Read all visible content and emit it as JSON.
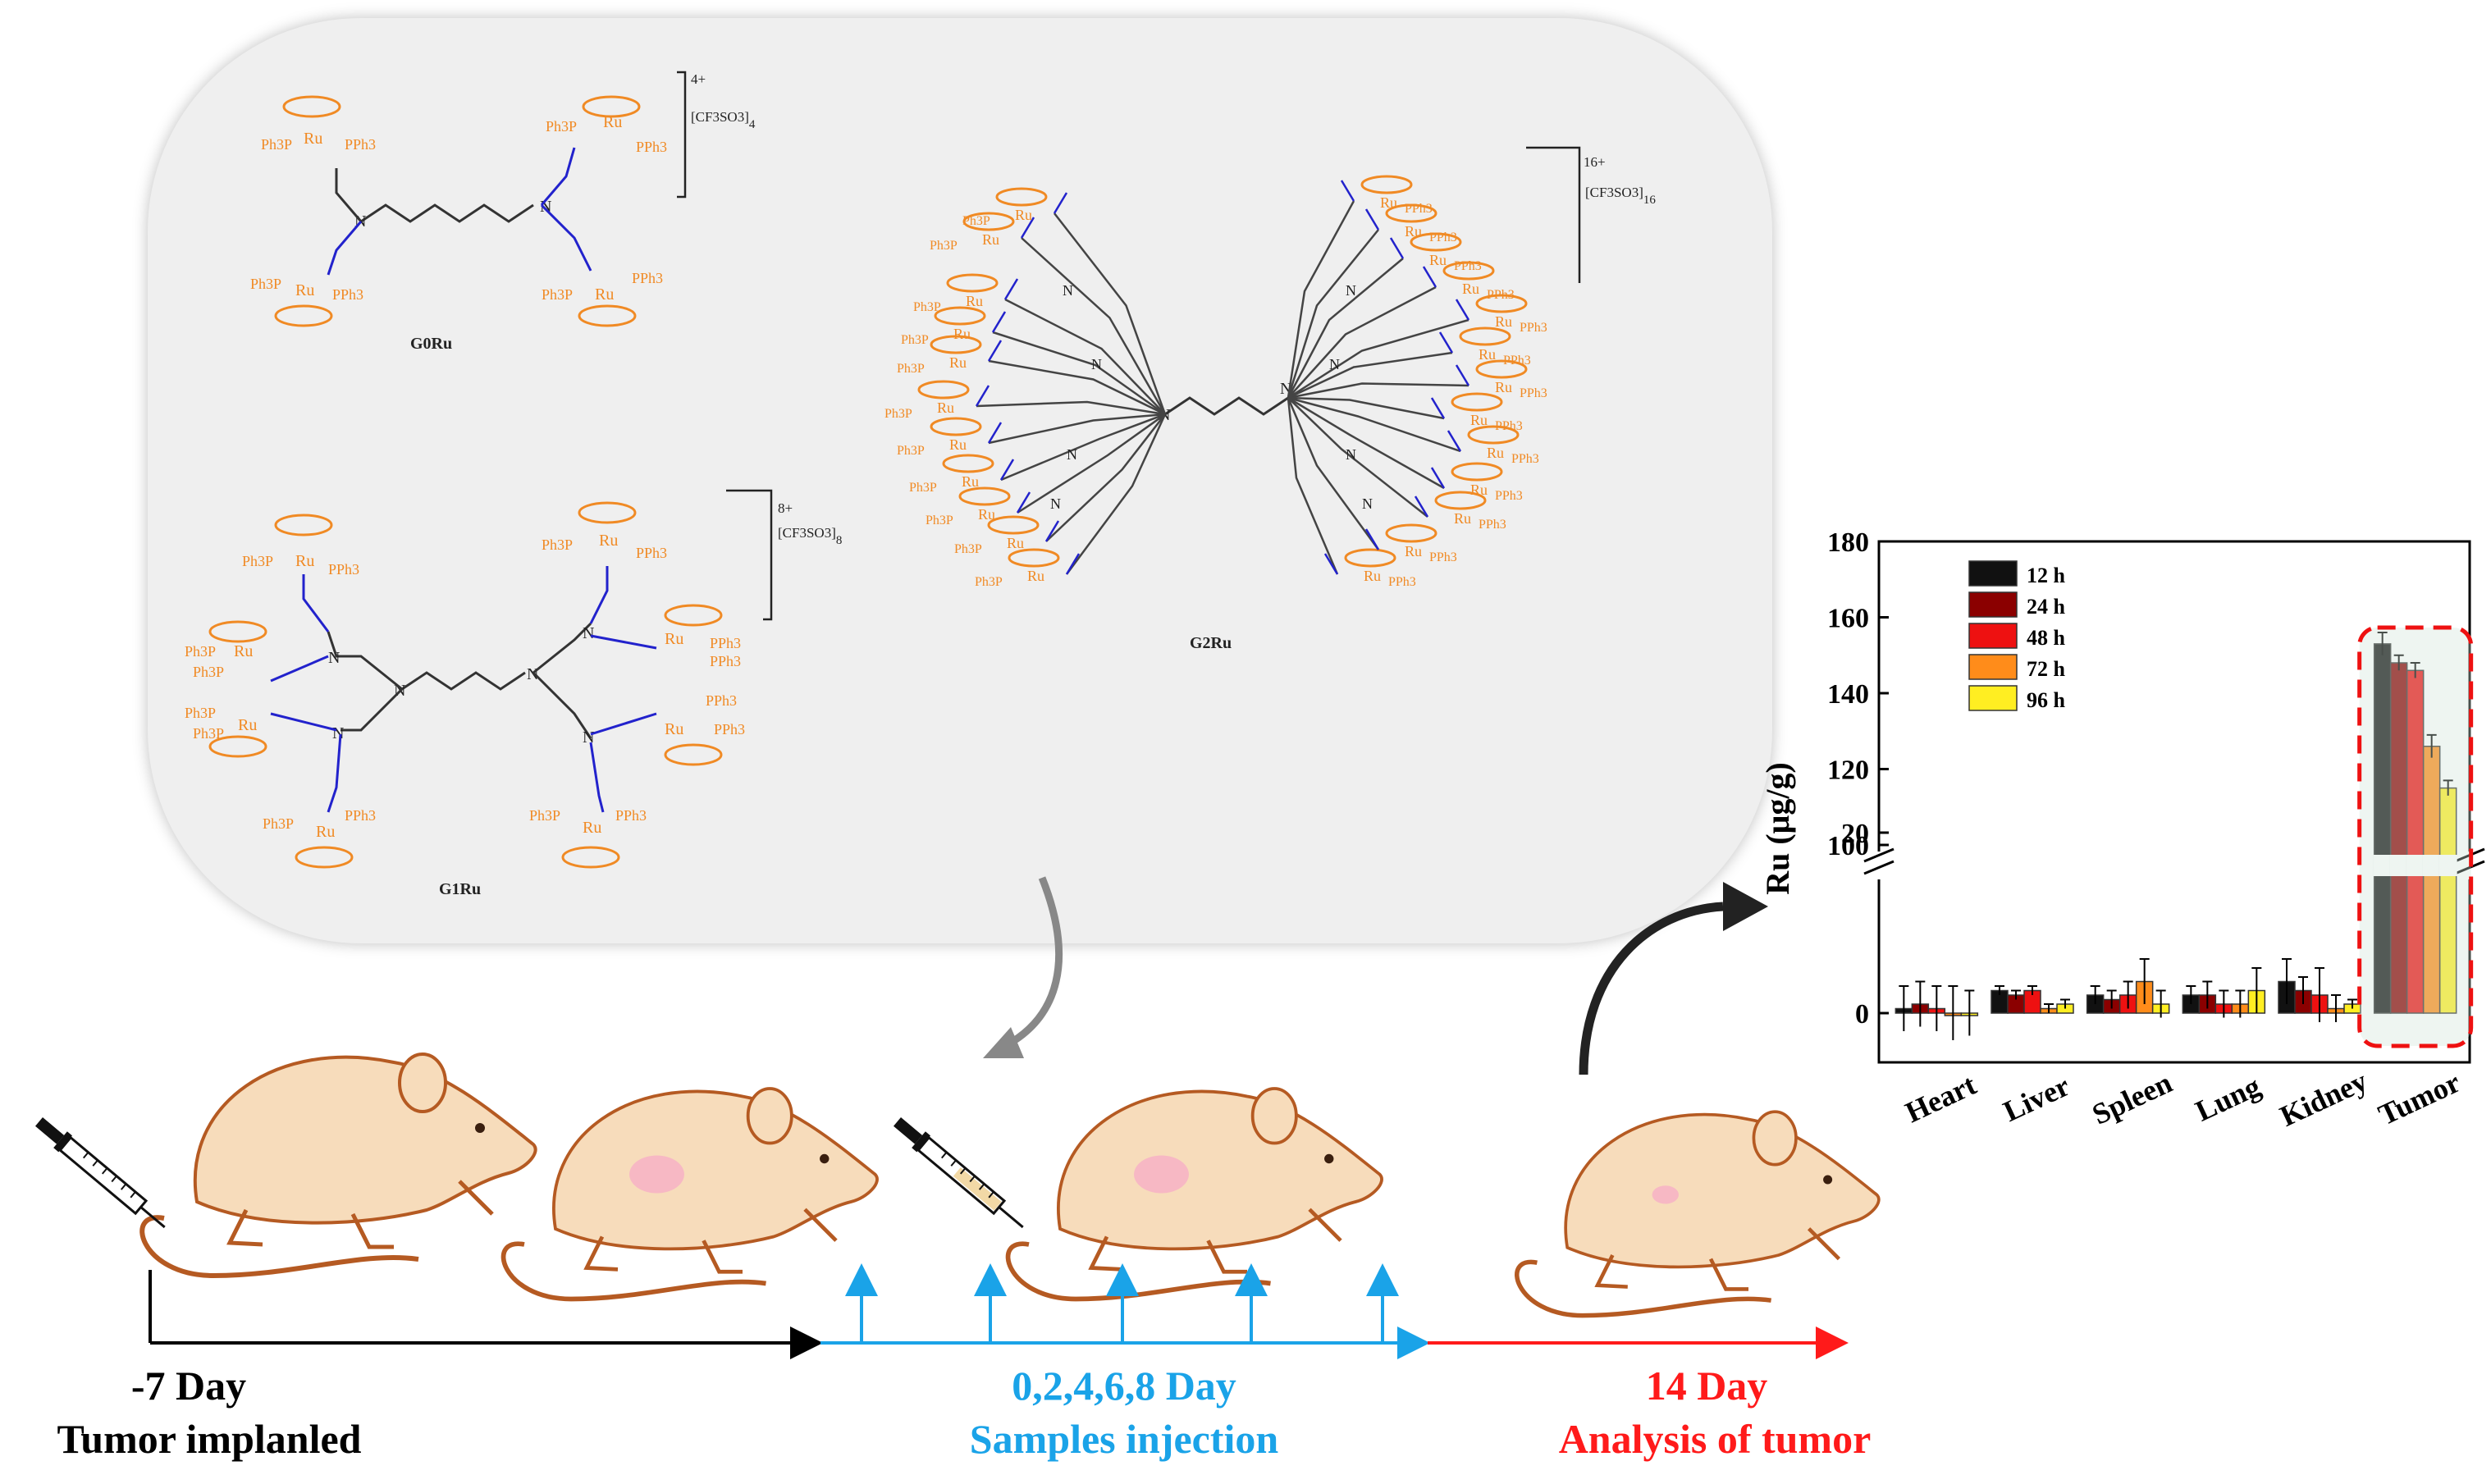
{
  "molecules": {
    "g0": {
      "name": "G0Ru",
      "charge": "4+",
      "counterion": "CF3SO3",
      "count": "4"
    },
    "g1": {
      "name": "G1Ru",
      "charge": "8+",
      "counterion": "CF3SO3",
      "count": "8"
    },
    "g2": {
      "name": "G2Ru",
      "charge": "16+",
      "counterion": "CF3SO3",
      "count": "16"
    },
    "ligands": {
      "ru": "Ru",
      "pph3": "PPh3",
      "ph3p": "Ph3P",
      "n": "N"
    }
  },
  "timeline": {
    "stage1": {
      "day": "-7 Day",
      "label": "Tumor implanled"
    },
    "stage2": {
      "day": "0,2,4,6,8 Day",
      "label": "Samples injection"
    },
    "stage3": {
      "day": "14 Day",
      "label": "Analysis of tumor"
    }
  },
  "colors": {
    "stage1": "#000000",
    "stage2": "#1aa3e8",
    "stage3": "#ff1a1a",
    "ligand": "#f08a24",
    "nitrogen": "#2222cc"
  },
  "chart_data": {
    "type": "bar",
    "ylabel": "Ru (μg/g)",
    "yaxis_break": [
      20,
      100
    ],
    "yticks_lower": [
      "0",
      "20"
    ],
    "yticks_upper": [
      "100",
      "120",
      "140",
      "160",
      "180"
    ],
    "categories": [
      "Heart",
      "Liver",
      "Spleen",
      "Lung",
      "Kidney",
      "Tumor"
    ],
    "series": [
      {
        "name": "12 h",
        "color": "#111111",
        "values": [
          0.5,
          2.5,
          2.0,
          2.0,
          3.5,
          153
        ],
        "errors": [
          2.5,
          0.5,
          1.0,
          1.0,
          2.5,
          3
        ]
      },
      {
        "name": "24 h",
        "color": "#8b0000",
        "values": [
          1.0,
          2.0,
          1.5,
          2.0,
          2.5,
          148
        ],
        "errors": [
          2.5,
          0.5,
          1.0,
          1.5,
          1.5,
          2
        ]
      },
      {
        "name": "48 h",
        "color": "#ee1111",
        "values": [
          0.5,
          2.5,
          2.0,
          1.0,
          2.0,
          146
        ],
        "errors": [
          2.5,
          0.5,
          1.5,
          1.5,
          3.0,
          2
        ]
      },
      {
        "name": "72 h",
        "color": "#ff8c1a",
        "values": [
          0.0,
          0.5,
          3.5,
          1.0,
          0.5,
          126
        ],
        "errors": [
          3.0,
          0.5,
          2.5,
          1.5,
          1.5,
          3
        ]
      },
      {
        "name": "96 h",
        "color": "#ffee22",
        "values": [
          0.0,
          1.0,
          1.0,
          2.5,
          1.0,
          115
        ],
        "errors": [
          2.5,
          0.5,
          1.5,
          2.5,
          0.5,
          2
        ]
      }
    ],
    "highlight": "Tumor"
  }
}
